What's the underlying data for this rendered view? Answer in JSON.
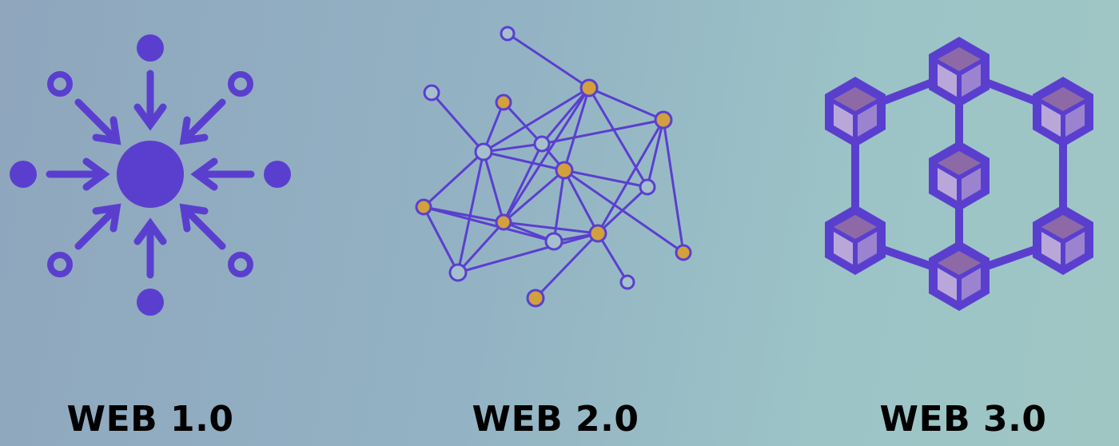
{
  "labels": {
    "web1": "WEB 1.0",
    "web2": "WEB 2.0",
    "web3": "WEB 3.0"
  },
  "colors": {
    "purple": "#5a3fcf",
    "gold": "#d2a03c",
    "cube_top": "#8d6aa6",
    "cube_side": "#b9a7d9",
    "cube_front": "#9b83d0"
  },
  "icons": {
    "web1": "centralized-hub-icon",
    "web2": "social-network-graph-icon",
    "web3": "blockchain-cubes-icon"
  }
}
